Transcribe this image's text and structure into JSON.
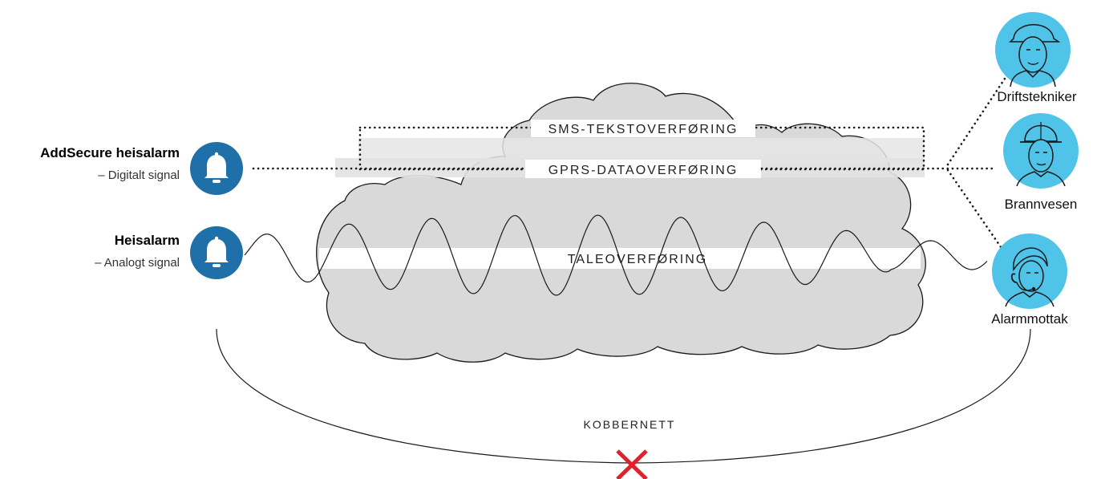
{
  "sources": [
    {
      "title": "AddSecure heisalarm",
      "subtitle": "– Digitalt signal",
      "icon": "bell-icon"
    },
    {
      "title": "Heisalarm",
      "subtitle": "– Analogt signal",
      "icon": "bell-icon"
    }
  ],
  "channels": {
    "sms": "SMS-TEKSTOVERFØRING",
    "gprs": "GPRS-DATAOVERFØRING",
    "voice": "TALEOVERFØRING",
    "copper": "KOBBERNETT"
  },
  "recipients": [
    {
      "label": "Driftstekniker",
      "icon": "technician-avatar-icon"
    },
    {
      "label": "Brannvesen",
      "icon": "firefighter-avatar-icon"
    },
    {
      "label": "Alarmmottak",
      "icon": "operator-headset-avatar-icon"
    }
  ],
  "colors": {
    "bell_circle": "#1f6fa8",
    "avatar_circle": "#4fc3e8",
    "cloud_fill": "#d9d9da",
    "band_fill": "#ffffff",
    "band_gray": "#e5e5e6",
    "cross": "#e0202a",
    "line": "#1a1a1a"
  }
}
